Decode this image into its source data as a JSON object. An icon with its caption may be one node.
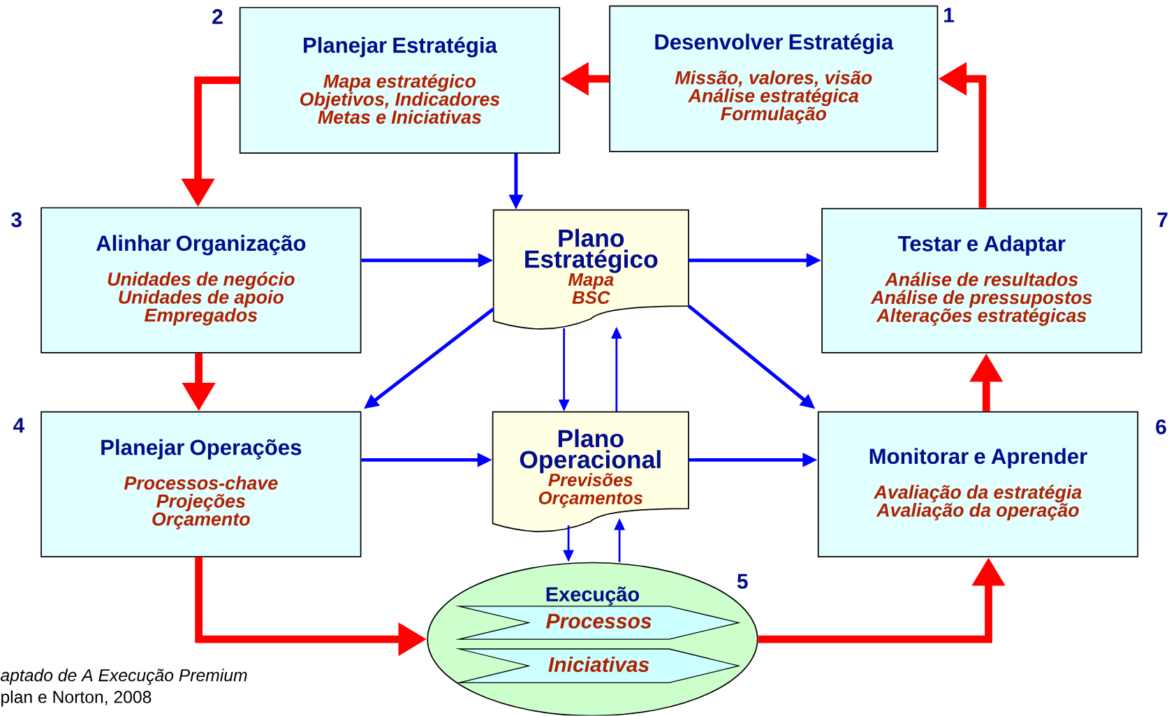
{
  "diagram": {
    "nodes": [
      {
        "text": [
          "Desenvolver Estratégia",
          "Missão, valores, visão",
          "Análise estratégica",
          "Formulação"
        ],
        "beside": [
          "1"
        ]
      },
      {
        "text": [
          "Planejar Estratégia",
          "Mapa estratégico",
          "Objetivos, Indicadores",
          "Metas e Iniciativas"
        ],
        "beside": [
          "2"
        ]
      },
      {
        "text": [
          "Alinhar Organização",
          "Unidades de negócio",
          "Unidades de apoio",
          "Empregados"
        ],
        "beside": [
          "3"
        ]
      },
      {
        "text": [
          "Plano Estratégico",
          "Mapa",
          "BSC"
        ]
      },
      {
        "text": [
          "Testar e Adaptar",
          "Análise de resultados",
          "Análise de pressupostos",
          "Alterações estratégicas"
        ],
        "beside": [
          "7"
        ]
      },
      {
        "text": [
          "Planejar Operações",
          "Processos-chave",
          "Projeções",
          "Orçamento"
        ],
        "beside": [
          "4"
        ]
      },
      {
        "text": [
          "Plano Operacional",
          "Previsões",
          "Orçamentos"
        ]
      },
      {
        "text": [
          "Monitorar e Aprender",
          "Avaliação da estratégia",
          "Avaliação da operação"
        ],
        "beside": [
          "6"
        ]
      },
      {
        "text": [
          "Execução"
        ],
        "beside": [
          "5"
        ]
      },
      {
        "text": [
          "Processos"
        ],
        "in": 8
      },
      {
        "text": [
          "Iniciativas"
        ],
        "in": 8
      }
    ],
    "edges": [
      {
        "from": 0,
        "to": 1,
        "arrow": "to",
        "style": "thick",
        "color": "#ff0000"
      },
      {
        "from": 4,
        "to": 0,
        "arrow": "to",
        "style": "thick",
        "color": "#ff0000"
      },
      {
        "from": 1,
        "to": 2,
        "arrow": "to",
        "style": "thick",
        "color": "#ff0000"
      },
      {
        "from": 2,
        "to": 5,
        "arrow": "to",
        "style": "thick",
        "color": "#ff0000"
      },
      {
        "from": 5,
        "to": 8,
        "arrow": "to",
        "style": "thick",
        "color": "#ff0000"
      },
      {
        "from": 8,
        "to": 7,
        "arrow": "to",
        "style": "thick",
        "color": "#ff0000"
      },
      {
        "from": 7,
        "to": 4,
        "arrow": "to",
        "style": "thick",
        "color": "#ff0000"
      },
      {
        "from": 1,
        "to": 3,
        "arrow": "to"
      },
      {
        "from": 2,
        "to": 3,
        "arrow": "to"
      },
      {
        "from": 3,
        "to": 4,
        "arrow": "to"
      },
      {
        "from": 3,
        "to": 5,
        "arrow": "to"
      },
      {
        "from": 3,
        "to": 7,
        "arrow": "to"
      },
      {
        "from": 3,
        "to": 6,
        "arrow": "to"
      },
      {
        "from": 6,
        "to": 3,
        "arrow": "to"
      },
      {
        "from": 5,
        "to": 6,
        "arrow": "to"
      },
      {
        "from": 6,
        "to": 7,
        "arrow": "to"
      },
      {
        "from": 6,
        "to": 8,
        "arrow": "to"
      },
      {
        "from": 8,
        "to": 6,
        "arrow": "to"
      }
    ],
    "labels": [
      "aptado de A Execução Premium",
      "plan e Norton, 2008"
    ]
  }
}
